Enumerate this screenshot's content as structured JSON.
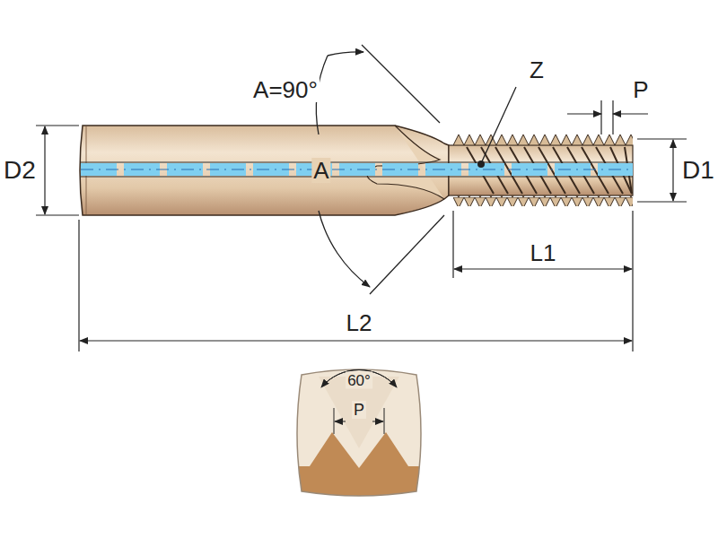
{
  "diagram": {
    "labels": [
      "A=90°",
      "Z",
      "P",
      "D2",
      "D1",
      "A",
      "L1",
      "L2",
      "60°",
      "P"
    ]
  }
}
